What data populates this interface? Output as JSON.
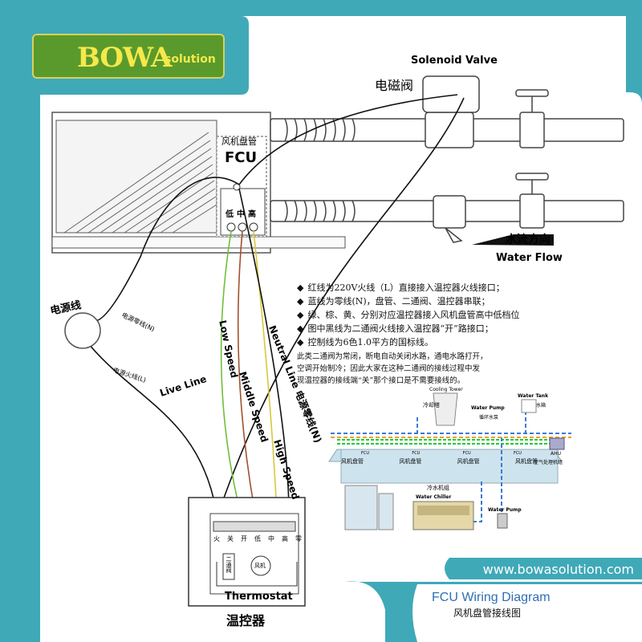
{
  "brand": {
    "logo_text": "BOWA",
    "logo_sub": "solution",
    "website": "www.bowasolution.com"
  },
  "caption": {
    "title_en": "FCU Wiring Diagram",
    "title_cn": "风机盘管接线图"
  },
  "labels": {
    "solenoid_valve_en": "Solenoid Valve",
    "solenoid_valve_cn": "电磁阀",
    "fcu_cn": "风机盘管",
    "fcu_en": "FCU",
    "speed_low": "低",
    "speed_mid": "中",
    "speed_high": "高",
    "water_flow_cn": "水流方向",
    "water_flow_en": "Water Flow",
    "power_line_cn": "电源线",
    "neutral_small": "电源零线(N)",
    "live_small": "电源火线(L)",
    "live_line": "Live Line",
    "low_speed": "Low Speed",
    "middle_speed": "Middle Speed",
    "high_speed": "High Speed",
    "neutral_line": "Neutral Line 电源零线(N)",
    "thermostat_en": "Thermostat",
    "thermostat_cn": "温控器",
    "terminals": [
      "火",
      "关",
      "开",
      "低",
      "中",
      "高",
      "零"
    ],
    "valve_box": "二通阀",
    "fan_box": "风机"
  },
  "notes": {
    "bullets": [
      "红线为220V火线（L）直接接入温控器火线接口；",
      "蓝线为零线(N)，盘管、二通阀、温控器串联；",
      "绿、棕、黄、分别对应温控器接入风机盘管高中低档位",
      "图中黑线为二通阀火线接入温控器“开”路接口；",
      "控制线为6色1.0平方的国标线。"
    ],
    "paragraph": [
      "此类二通阀为常闭，断电自动关闭水路，通电水路打开，",
      "空调开始制冷；因此大家在这种二通阀的接线过程中发",
      "现温控器的接线端“关”那个接口是不需要接线的。"
    ]
  },
  "system": {
    "cooling_tower_cn": "冷却塔",
    "cooling_tower_en": "Cooling Tower",
    "water_pump_top_en": "Water Pump",
    "water_pump_top_cn": "循环水泵",
    "water_tank_en": "Water Tank",
    "water_tank_cn": "水箱",
    "fcu_units": [
      "风机盘管",
      "风机盘管",
      "风机盘管",
      "风机盘管"
    ],
    "fcu_tag": "FCU",
    "ahu_en": "AHU",
    "ahu_cn": "空气处理机组",
    "chiller_cn": "冷水机组",
    "chiller_en": "Water Chiller",
    "water_pump_bottom_en": "Water Pump"
  },
  "colors": {
    "teal": "#3fa9b8",
    "logo_green": "#5a9a2d",
    "logo_yellow": "#f5e94a",
    "wire_green": "#6fbf3a",
    "wire_yellow": "#d8c83a",
    "pipe_blue": "#3a7bd5",
    "pipe_green": "#22cc33",
    "pipe_orange": "#f0a030"
  }
}
